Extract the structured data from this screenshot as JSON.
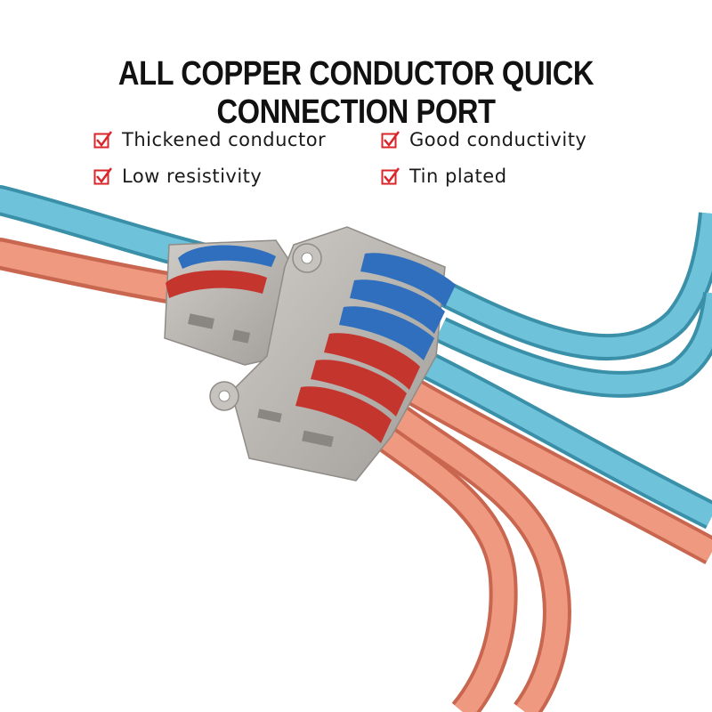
{
  "headline": "ALL COPPER CONDUCTOR QUICK CONNECTION PORT",
  "features": [
    {
      "label": "Thickened conductor",
      "icon": "checkbox-checked-icon"
    },
    {
      "label": "Good conductivity",
      "icon": "checkbox-checked-icon"
    },
    {
      "label": "Low resistivity",
      "icon": "checkbox-checked-icon"
    },
    {
      "label": "Tin plated",
      "icon": "checkbox-checked-icon"
    }
  ],
  "colors": {
    "check_red": "#d9262b",
    "wire_blue": "#5bb6cf",
    "wire_orange": "#ec8e74",
    "lever_blue": "#2f6fbd",
    "lever_red": "#c4352e",
    "housing_gray": "#b9b5b1"
  }
}
